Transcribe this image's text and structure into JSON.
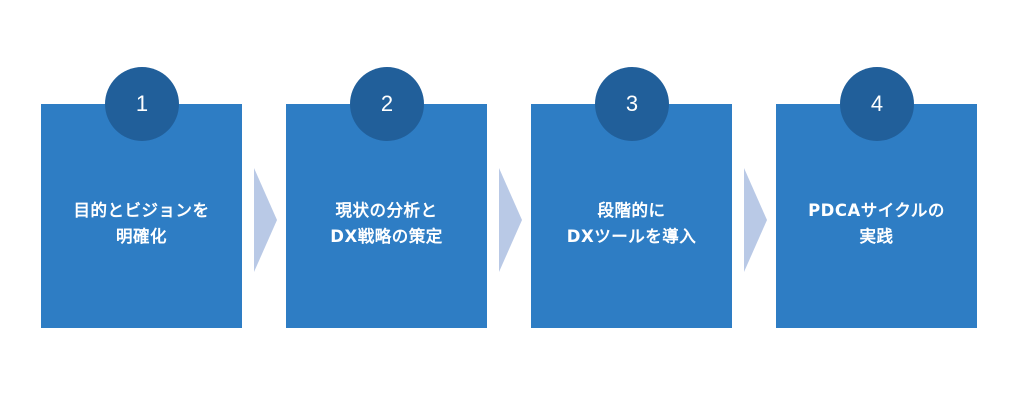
{
  "colors": {
    "box": "#2e7dc4",
    "badge": "#215f9a",
    "arrow": "#b9c9e6",
    "text": "#ffffff"
  },
  "steps": [
    {
      "number": "1",
      "label": "目的とビジョンを\n明確化"
    },
    {
      "number": "2",
      "label": "現状の分析と\nDX戦略の策定"
    },
    {
      "number": "3",
      "label": "段階的に\nDXツールを導入"
    },
    {
      "number": "4",
      "label": "PDCAサイクルの\n実践"
    }
  ]
}
